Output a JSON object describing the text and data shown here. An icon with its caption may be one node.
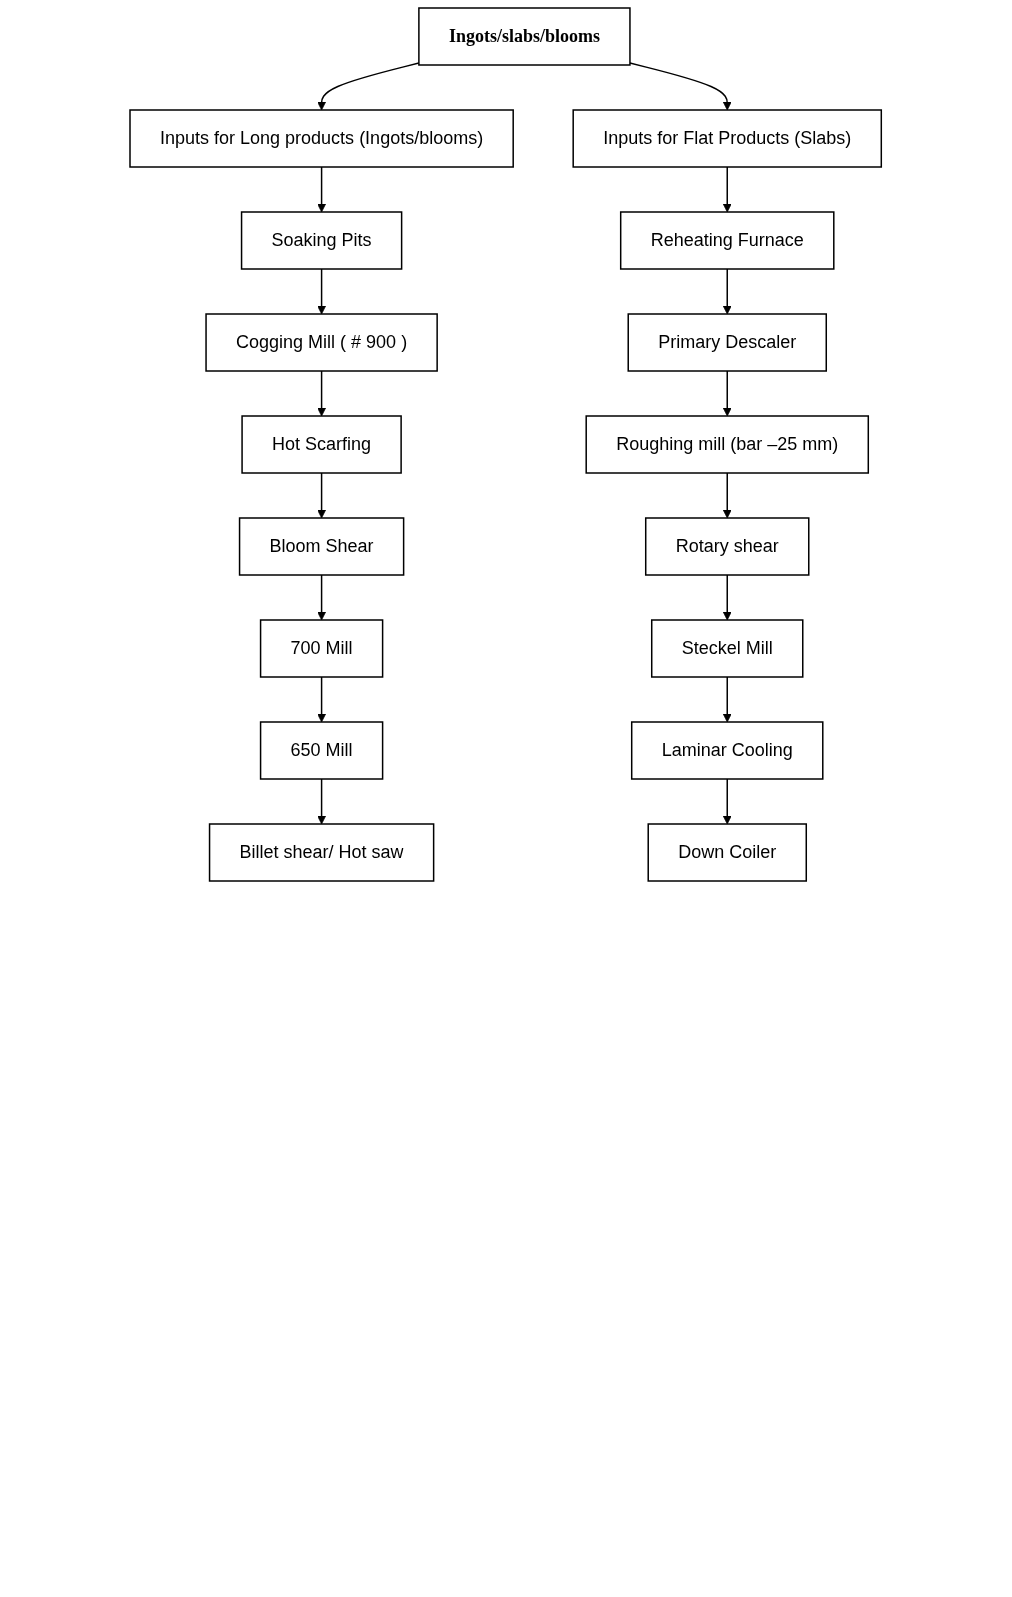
{
  "diagram": {
    "nodes": [
      {
        "text": [
          "Ingots/slabs/blooms"
        ]
      },
      {
        "text": [
          "Inputs for Long products (Ingots/blooms)"
        ]
      },
      {
        "text": [
          "Inputs for Flat Products (Slabs)"
        ]
      },
      {
        "text": [
          "Soaking Pits"
        ]
      },
      {
        "text": [
          "Reheating Furnace"
        ]
      },
      {
        "text": [
          "Cogging Mill ( # 900 )"
        ]
      },
      {
        "text": [
          "Primary Descaler"
        ]
      },
      {
        "text": [
          "Hot Scarfing"
        ]
      },
      {
        "text": [
          "Roughing mill (bar –25 mm)"
        ]
      },
      {
        "text": [
          "Bloom Shear"
        ]
      },
      {
        "text": [
          "Rotary shear"
        ]
      },
      {
        "text": [
          "700 Mill"
        ]
      },
      {
        "text": [
          "Steckel Mill"
        ]
      },
      {
        "text": [
          "650 Mill"
        ]
      },
      {
        "text": [
          "Laminar Cooling"
        ]
      },
      {
        "text": [
          "Billet shear/ Hot saw"
        ]
      },
      {
        "text": [
          "Down Coiler"
        ]
      }
    ],
    "edges": [
      {
        "from": 0,
        "to": 1,
        "arrow": "to"
      },
      {
        "from": 0,
        "to": 2,
        "arrow": "to"
      },
      {
        "from": 1,
        "to": 3,
        "arrow": "to"
      },
      {
        "from": 3,
        "to": 5,
        "arrow": "to"
      },
      {
        "from": 5,
        "to": 7,
        "arrow": "to"
      },
      {
        "from": 7,
        "to": 9,
        "arrow": "to"
      },
      {
        "from": 9,
        "to": 11,
        "arrow": "to"
      },
      {
        "from": 11,
        "to": 13,
        "arrow": "to"
      },
      {
        "from": 13,
        "to": 15,
        "arrow": "to"
      },
      {
        "from": 2,
        "to": 4,
        "arrow": "to"
      },
      {
        "from": 4,
        "to": 6,
        "arrow": "to"
      },
      {
        "from": 6,
        "to": 8,
        "arrow": "to"
      },
      {
        "from": 8,
        "to": 10,
        "arrow": "to"
      },
      {
        "from": 10,
        "to": 12,
        "arrow": "to"
      },
      {
        "from": 12,
        "to": 14,
        "arrow": "to"
      },
      {
        "from": 14,
        "to": 16,
        "arrow": "to"
      }
    ]
  }
}
